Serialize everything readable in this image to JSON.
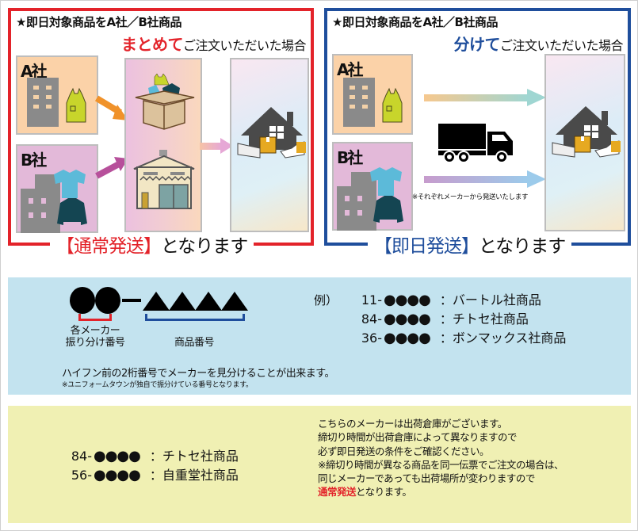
{
  "panels": {
    "combined": {
      "heading": "★即日対象商品をA社／B社商品",
      "sub_emphasis": "まとめて",
      "sub_rest": "ご注文いただいた場合",
      "company_a": "A社",
      "company_b": "B社",
      "result_bracket": "【通常発送】",
      "result_rest": "となります",
      "accent_color": "#e3232a"
    },
    "separate": {
      "heading": "★即日対象商品をA社／B社商品",
      "sub_emphasis": "分けて",
      "sub_rest": "ご注文いただいた場合",
      "company_a": "A社",
      "company_b": "B社",
      "note": "※それぞれメーカーから発送いたします",
      "result_bracket": "【即日発送】",
      "result_rest": "となります",
      "accent_color": "#1f4e9c"
    }
  },
  "code_format": {
    "maker_label_line1": "各メーカー",
    "maker_label_line2": "振り分け番号",
    "product_label": "商品番号",
    "description": "ハイフン前の2桁番号でメーカーを見分けることが出来ます。",
    "note": "※ユニフォームタウンが独自で振分けている番号となります。",
    "example_prefix": "例）",
    "examples": [
      {
        "code": "11-",
        "dots": "●●●●",
        "maker": "：バートル社商品"
      },
      {
        "code": "84-",
        "dots": "●●●●",
        "maker": "：チトセ社商品"
      },
      {
        "code": "36-",
        "dots": "●●●●",
        "maker": "：ボンマックス社商品"
      }
    ]
  },
  "warehouse_notice": {
    "makers": [
      {
        "code": "84-",
        "dots": "●●●●",
        "maker": "：チトセ社商品"
      },
      {
        "code": "56-",
        "dots": "●●●●",
        "maker": "：自重堂社商品"
      }
    ],
    "lines": [
      "こちらのメーカーは出荷倉庫がございます。",
      "締切り時間が出荷倉庫によって異なりますので",
      "必ず即日発送の条件をご確認ください。",
      "※締切り時間が異なる商品を同一伝票でご注文の場合は、",
      "同じメーカーであっても出荷場所が変わりますので"
    ],
    "last_line_emphasis": "通常発送",
    "last_line_rest": "となります。"
  }
}
